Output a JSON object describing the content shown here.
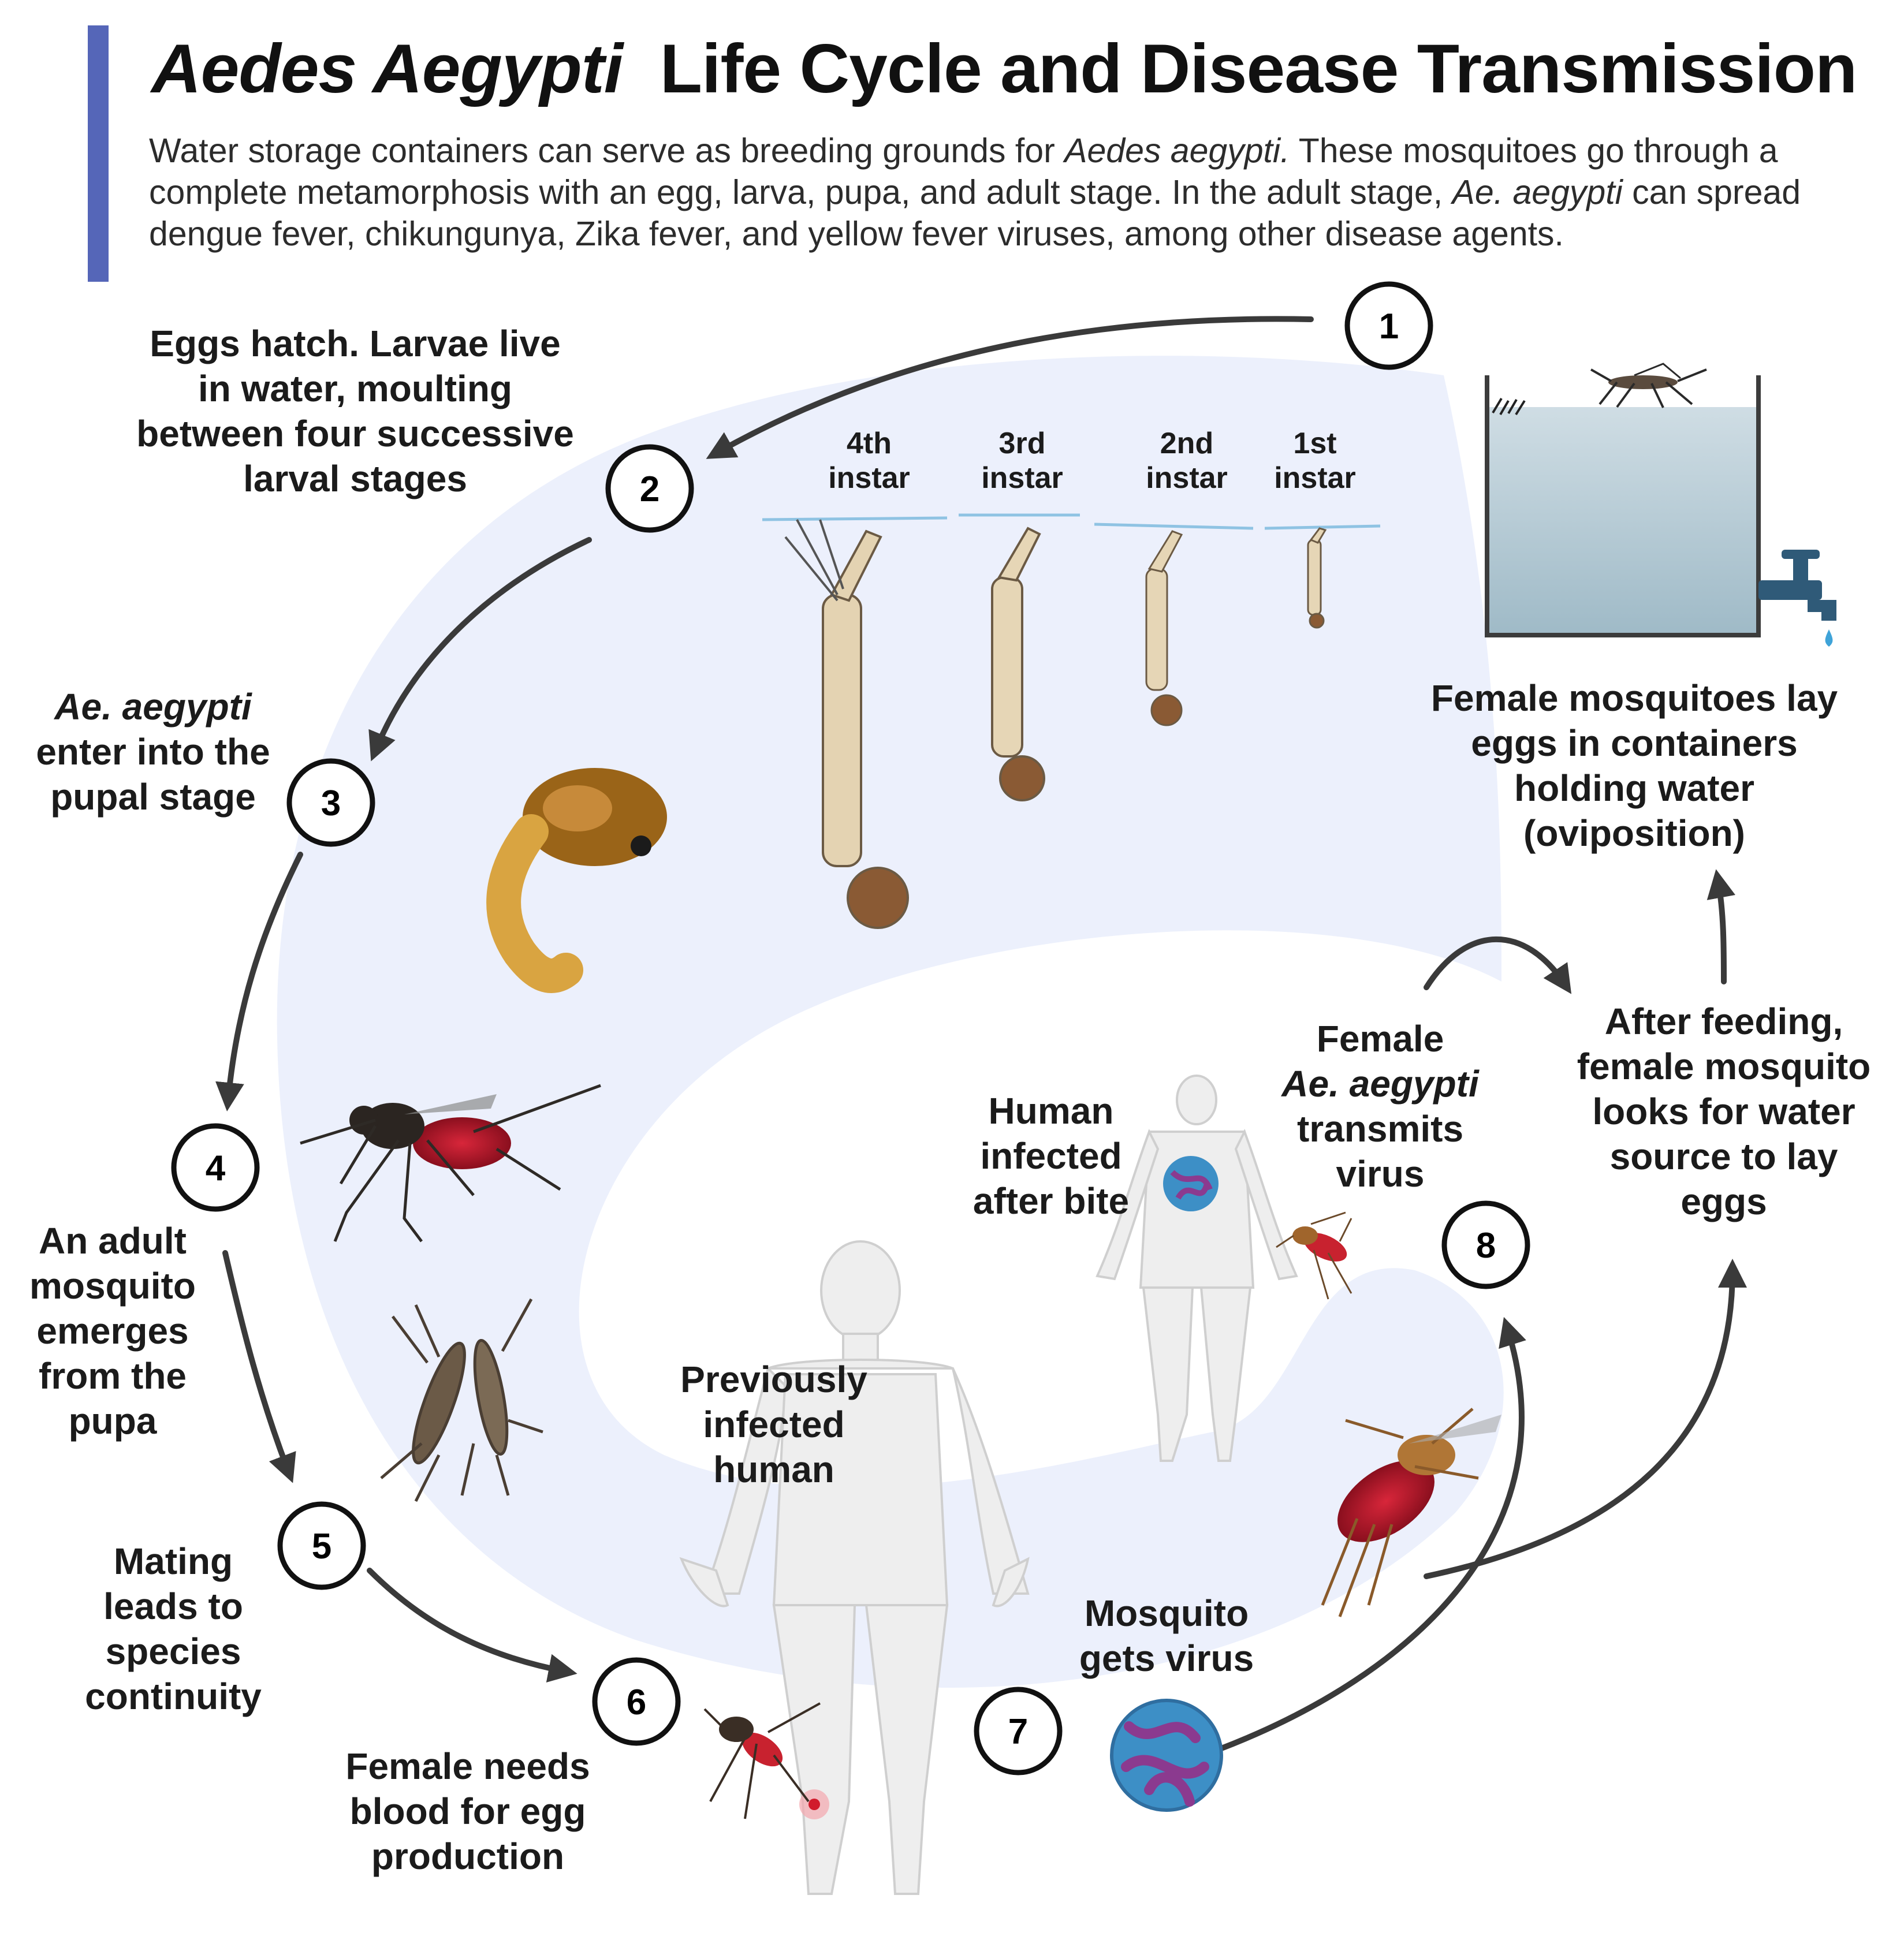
{
  "header": {
    "title_italic": "Aedes Aegypti",
    "title_rest": "Life Cycle and Disease Transmission",
    "subtitle_1": "Water storage containers can serve as breeding grounds for ",
    "subtitle_2_italic": "Aedes aegypti.",
    "subtitle_3": " These mosquitoes go through a complete metamorphosis with an egg, larva, pupa, and adult stage. In the adult stage, ",
    "subtitle_4_italic": "Ae. aegypti",
    "subtitle_5": " can spread dengue fever, chikungunya, Zika fever, and yellow fever viruses, among other disease agents."
  },
  "steps": [
    {
      "number": "1"
    },
    {
      "number": "2"
    },
    {
      "number": "3"
    },
    {
      "number": "4"
    },
    {
      "number": "5"
    },
    {
      "number": "6"
    },
    {
      "number": "7"
    },
    {
      "number": "8"
    }
  ],
  "labels": {
    "step1": [
      "Female mosquitoes lay",
      "eggs in containers",
      "holding water",
      "(oviposition)"
    ],
    "step2": [
      "Eggs hatch. Larvae live",
      "in water, moulting",
      "between four successive",
      "larval stages"
    ],
    "step3_italic": "Ae. aegypti",
    "step3": [
      "enter into the",
      "pupal stage"
    ],
    "step4": [
      "An adult",
      "mosquito",
      "emerges",
      "from the",
      "pupa"
    ],
    "step5": [
      "Mating",
      "leads to",
      "species",
      "continuity"
    ],
    "step6": [
      "Female needs",
      "blood for egg",
      "production"
    ],
    "step7": [
      "Mosquito",
      "gets virus"
    ],
    "step8_line1": "Female",
    "step8_italic": "Ae. aegypti",
    "step8": [
      "transmits",
      "virus"
    ],
    "after_feeding": [
      "After feeding,",
      "female mosquito",
      "looks for water",
      "source to lay",
      "eggs"
    ],
    "previously_infected": [
      "Previously",
      "infected",
      "human"
    ],
    "human_infected": [
      "Human",
      "infected",
      "after bite"
    ]
  },
  "instars": [
    {
      "line1": "4th",
      "line2": "instar"
    },
    {
      "line1": "3rd",
      "line2": "instar"
    },
    {
      "line1": "2nd",
      "line2": "instar"
    },
    {
      "line1": "1st",
      "line2": "instar"
    }
  ],
  "colors": {
    "accent": "#5566b8",
    "loop_fill": "#e9edfb",
    "water": "#b6ccd6",
    "arrow": "#3a3a3a",
    "blood": "#b3162a",
    "virus_blue": "#3d8fc6",
    "virus_purple": "#8b3a8f"
  }
}
